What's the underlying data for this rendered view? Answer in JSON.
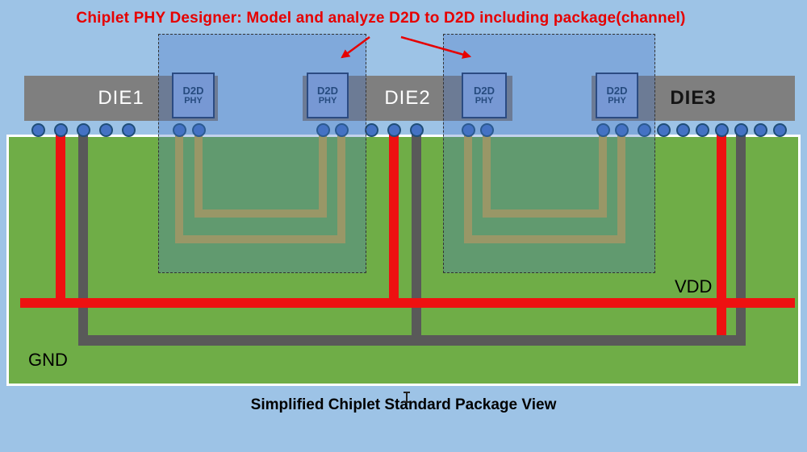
{
  "title": "Chiplet PHY Designer: Model and analyze D2D to D2D including package(channel)",
  "caption": "Simplified Chiplet Standard Package View",
  "dies": {
    "die1": "DIE1",
    "die2": "DIE2",
    "die3": "DIE3"
  },
  "phy": {
    "line1": "D2D",
    "line2": "PHY"
  },
  "power": {
    "vdd_label": "VDD",
    "gnd_label": "GND"
  },
  "colors": {
    "background": "#9dc3e6",
    "title_red": "#e60000",
    "die_gray": "#7f7f7f",
    "die_text": "#ffffff",
    "die3_text": "#141414",
    "phy_fill": "#8faadc",
    "phy_border": "#1f3864",
    "phy_text": "#17375e",
    "package_green": "#6fad47",
    "package_border": "#ffffff",
    "trace_gold": "#c2a93c",
    "vdd_red": "#ee1111",
    "gnd_gray": "#595959",
    "bump_fill": "#4472c4",
    "bump_border": "#1f4e79",
    "overlay_fill": "rgba(68,114,196,0.32)",
    "overlay_border": "#333333"
  }
}
